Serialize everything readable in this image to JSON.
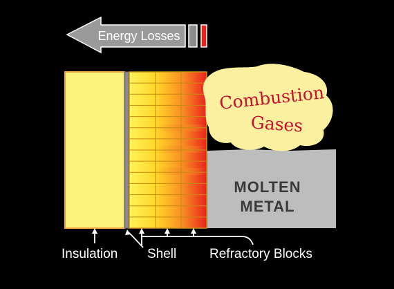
{
  "arrow": {
    "label": "Energy Losses"
  },
  "cloud": {
    "line1": "Combustion",
    "line2": "Gases"
  },
  "metal": {
    "line1": "MOLTEN",
    "line2": "METAL"
  },
  "labels": {
    "insulation": "Insulation",
    "shell": "Shell",
    "refractory": "Refractory Blocks"
  },
  "colors": {
    "background": "#000000",
    "insulation": "#fbf37c",
    "shell": "#8a8a8a",
    "metal": "#bdbdbd",
    "gases": "#fbf0a0",
    "gases_text": "#c8102e",
    "arrow": "#9a9a9a",
    "heat_red": "#e8231c",
    "text_light": "#ffffff",
    "text_dark": "#3a3a3a"
  }
}
